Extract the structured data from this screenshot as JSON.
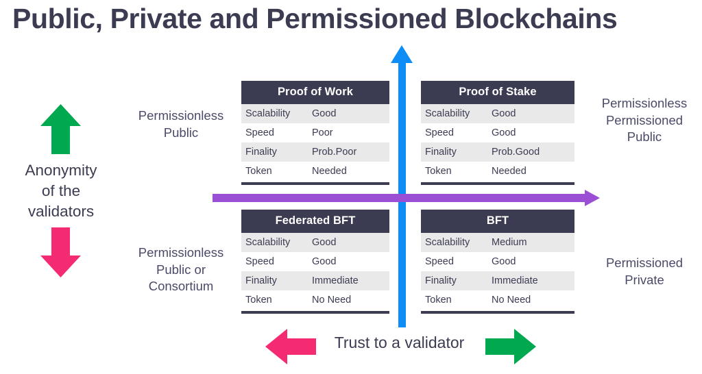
{
  "title": "Public, Private and Permissioned Blockchains",
  "colors": {
    "title_navy": "#3b3b52",
    "header_navy": "#3b3b52",
    "row_stripe": "#e9e9e9",
    "vertical_axis_blue": "#0d8df5",
    "horizontal_axis_purple": "#9b4fd4",
    "arrow_green": "#00a84f",
    "arrow_pink": "#f42a72",
    "label_text": "#4a4a68"
  },
  "axes": {
    "vertical": {
      "name": "anonymity-axis",
      "arrow": "up"
    },
    "horizontal": {
      "name": "trust-axis",
      "arrow": "right"
    },
    "anonymity_label_lines": [
      "Anonymity",
      "of the",
      "validators"
    ],
    "anonymity_label": "Anonymity of the validators",
    "trust_label": "Trust to a validator",
    "anonymity_up_arrow": "arrow-up-green",
    "anonymity_down_arrow": "arrow-down-pink",
    "trust_left_arrow": "arrow-left-pink",
    "trust_right_arrow": "arrow-right-green"
  },
  "row_keys": [
    "Scalability",
    "Speed",
    "Finality",
    "Token"
  ],
  "quadrants": {
    "top_left": {
      "title": "Proof of Work",
      "rows": [
        {
          "key": "Scalability",
          "value": "Good"
        },
        {
          "key": "Speed",
          "value": "Poor"
        },
        {
          "key": "Finality",
          "value": "Prob.Poor"
        },
        {
          "key": "Token",
          "value": "Needed"
        }
      ]
    },
    "top_right": {
      "title": "Proof of Stake",
      "rows": [
        {
          "key": "Scalability",
          "value": "Good"
        },
        {
          "key": "Speed",
          "value": "Good"
        },
        {
          "key": "Finality",
          "value": "Prob.Good"
        },
        {
          "key": "Token",
          "value": "Needed"
        }
      ]
    },
    "bottom_left": {
      "title": "Federated BFT",
      "rows": [
        {
          "key": "Scalability",
          "value": "Good"
        },
        {
          "key": "Speed",
          "value": "Good"
        },
        {
          "key": "Finality",
          "value": "Immediate"
        },
        {
          "key": "Token",
          "value": "No Need"
        }
      ]
    },
    "bottom_right": {
      "title": "BFT",
      "rows": [
        {
          "key": "Scalability",
          "value": "Medium"
        },
        {
          "key": "Speed",
          "value": "Good"
        },
        {
          "key": "Finality",
          "value": "Immediate"
        },
        {
          "key": "Token",
          "value": "No Need"
        }
      ]
    }
  },
  "side_labels": {
    "left_top_lines": [
      "Permissionless",
      "Public"
    ],
    "left_bottom_lines": [
      "Permissionless",
      "Public or",
      "Consortium"
    ],
    "right_top_lines": [
      "Permissionless",
      "Permissioned",
      "Public"
    ],
    "right_bottom_lines": [
      "Permissioned",
      "Private"
    ]
  }
}
